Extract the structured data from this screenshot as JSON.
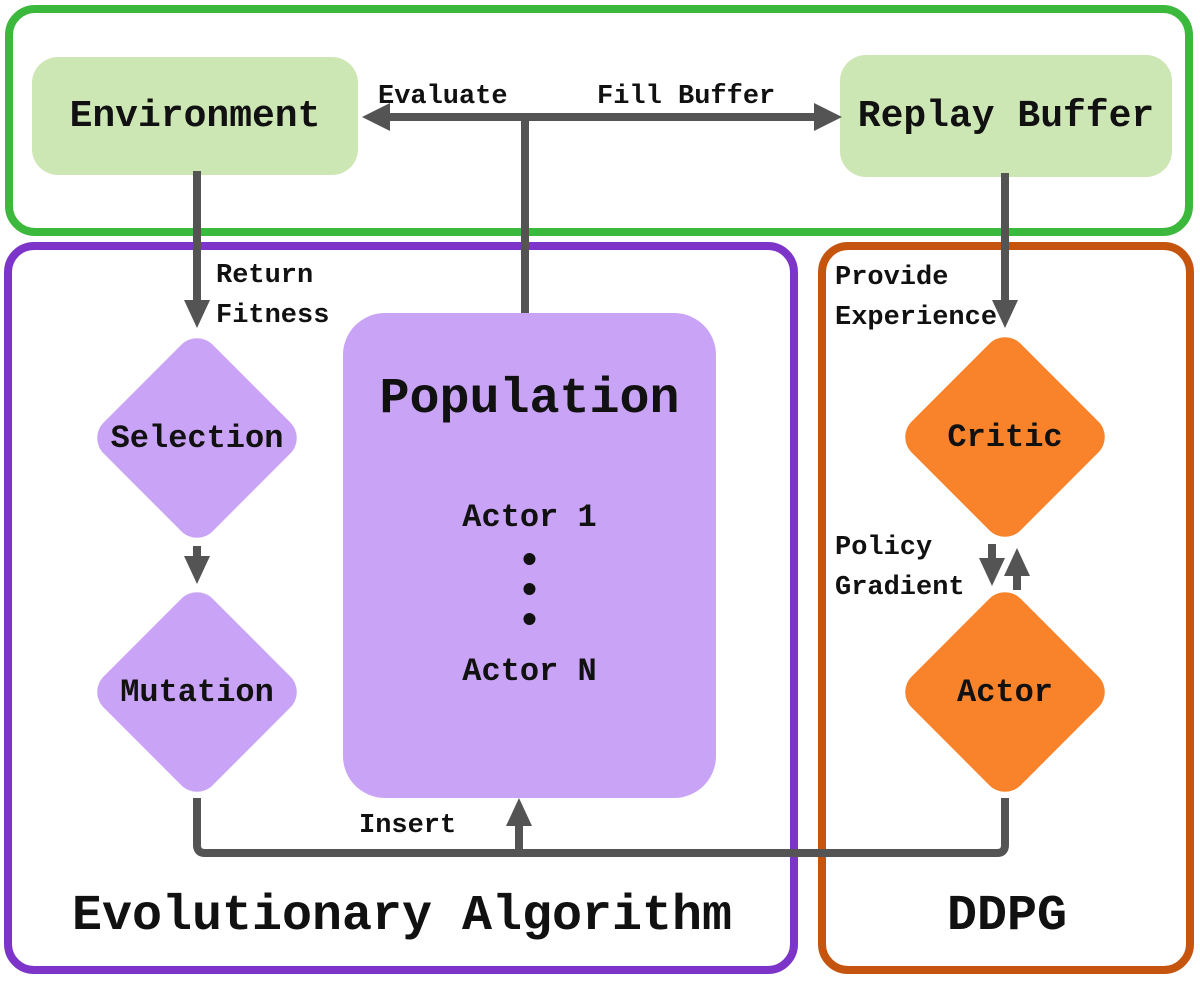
{
  "top_group": {
    "environment_label": "Environment",
    "replay_buffer_label": "Replay Buffer",
    "evaluate_label": "Evaluate",
    "fill_buffer_label": "Fill Buffer"
  },
  "ea_group": {
    "title": "Evolutionary Algorithm",
    "selection_label": "Selection",
    "mutation_label": "Mutation",
    "return_fitness": [
      "Return",
      "Fitness"
    ],
    "insert_label": "Insert",
    "population": {
      "title": "Population",
      "first_actor": "Actor 1",
      "last_actor": "Actor N",
      "dots": [
        "•",
        "•",
        "•"
      ]
    }
  },
  "ddpg_group": {
    "title": "DDPG",
    "critic_label": "Critic",
    "actor_label": "Actor",
    "provide_experience": [
      "Provide",
      "Experience"
    ],
    "policy_gradient": [
      "Policy",
      "Gradient"
    ]
  },
  "colors": {
    "group_green_border": "#3cb93c",
    "node_green_fill": "#cde7b4",
    "group_purple_border": "#7c35c8",
    "node_purple_fill": "#c9a3f5",
    "group_orange_border": "#c5540e",
    "node_orange_fill": "#f8832b",
    "connector_gray": "#545454",
    "text_black": "#111111"
  }
}
